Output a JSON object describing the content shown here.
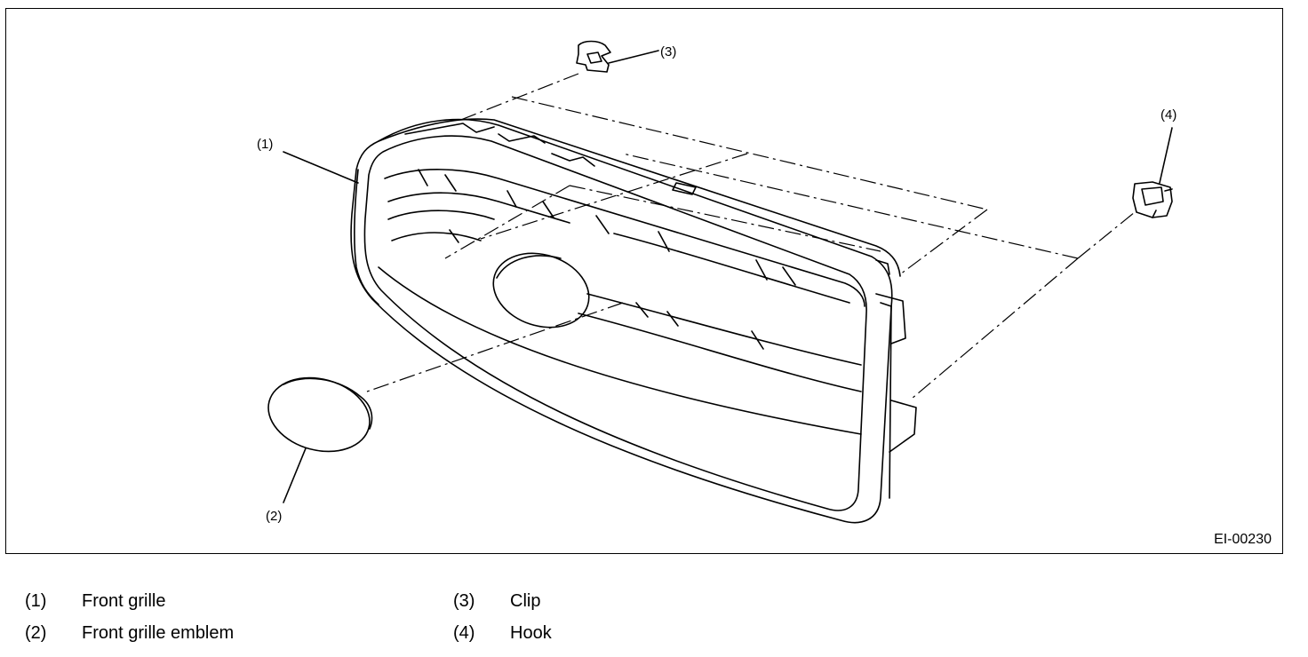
{
  "figure": {
    "id_code": "EI-00230",
    "callouts": [
      "(1)",
      "(2)",
      "(3)",
      "(4)"
    ]
  },
  "legend": [
    {
      "num": "(1)",
      "label": "Front grille"
    },
    {
      "num": "(2)",
      "label": "Front grille emblem"
    },
    {
      "num": "(3)",
      "label": "Clip"
    },
    {
      "num": "(4)",
      "label": "Hook"
    }
  ]
}
